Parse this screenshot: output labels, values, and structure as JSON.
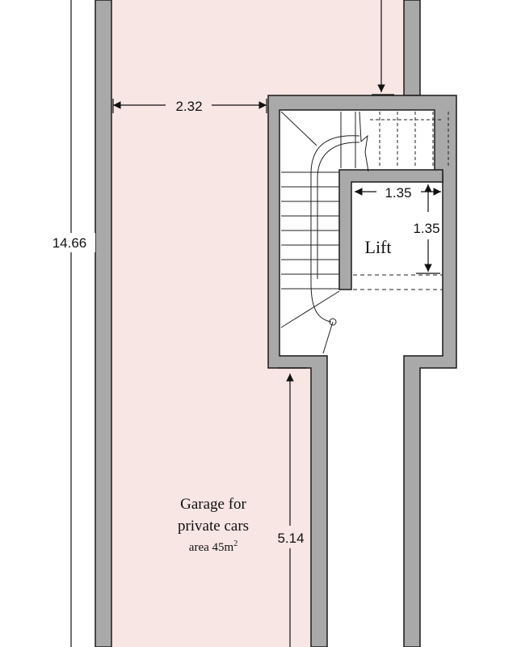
{
  "colors": {
    "wall": "#a9a9a9",
    "wall_outline": "#1a1a1a",
    "garage_fill": "#f8e6e4",
    "background": "#ffffff",
    "line": "#111111"
  },
  "dimensions": {
    "total_length": "14.66",
    "garage_width": "2.32",
    "lift_width": "1.35",
    "lift_depth": "1.35",
    "garage_length": "5.14"
  },
  "labels": {
    "lift": "Lift",
    "garage_line1": "Garage for",
    "garage_line2": "private cars",
    "garage_area_prefix": "area 45m",
    "garage_area_sup": "2"
  }
}
